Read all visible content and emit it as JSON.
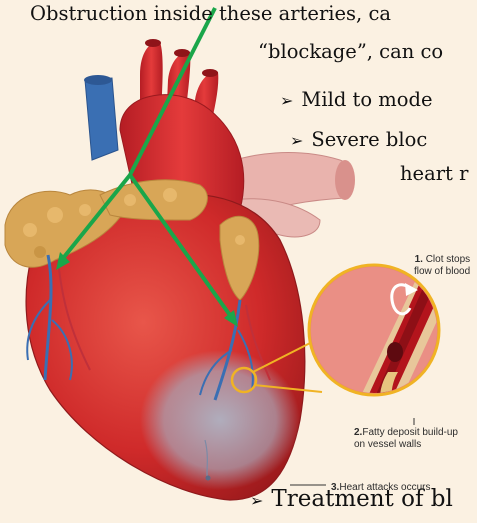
{
  "text": {
    "line1": "Obstruction inside these arteries, ca",
    "line2": "“blockage”, can co",
    "line3": "Mild to mode",
    "line4": "Severe bloc",
    "line5": "heart r",
    "line6": "Treatment of bl",
    "bullet": "➢"
  },
  "labels": {
    "clot_num": "1.",
    "clot_line1": "Clot stops",
    "clot_line2": "flow of blood",
    "fatty_num": "2.",
    "fatty_line1": "Fatty deposit build-up",
    "fatty_line2": "on vessel walls",
    "attack_num": "3.",
    "attack_text": "Heart attacks occurs"
  },
  "colors": {
    "background": "#fbf1e2",
    "heart_red": "#cf2a2a",
    "aorta_red": "#d7262f",
    "vein_blue": "#3a6fb3",
    "fat_yellow": "#d7a24f",
    "pointer_green": "#1aa64a",
    "callout_ring": "#f0b324"
  }
}
